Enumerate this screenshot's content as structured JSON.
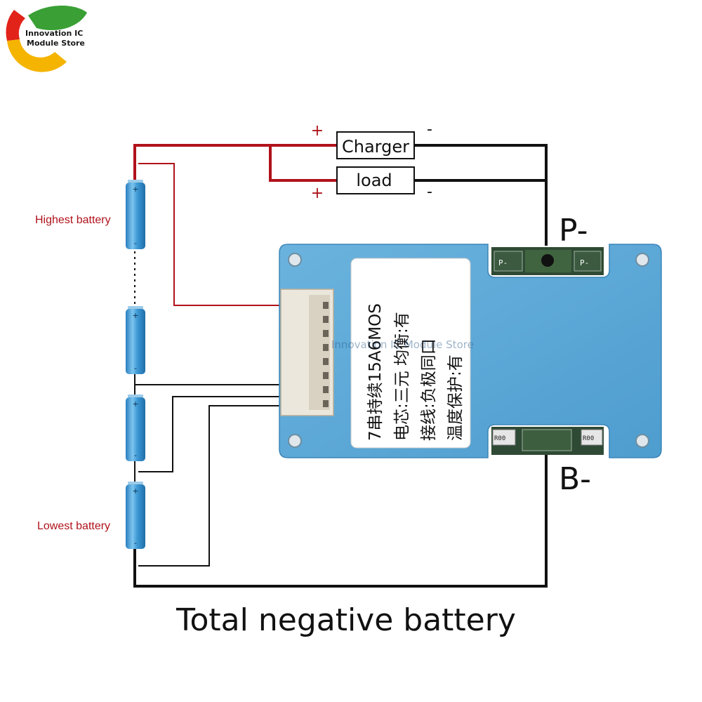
{
  "logo": {
    "line1": "Innovation IC",
    "line2": "Module Store"
  },
  "charger": {
    "label": "Charger",
    "plus": "+",
    "minus": "-"
  },
  "load": {
    "label": "load",
    "plus": "+",
    "minus": "-"
  },
  "labels": {
    "highest_battery": "Highest battery",
    "lowest_battery": "Lowest battery",
    "p_minus": "P-",
    "b_minus": "B-",
    "total_negative": "Total negative battery"
  },
  "bms_board": {
    "sticker_lines": [
      "7串持续15A6MOS",
      "电芯:三元 均衡:有",
      "接线:负极同口",
      "温度保护:有"
    ],
    "pad_labels": [
      "P-",
      "P-"
    ],
    "resistor_labels": [
      "R00",
      "R00"
    ],
    "watermark": "Innovation IC Module Store"
  },
  "battery_cell": {
    "plus": "+",
    "minus": "-"
  },
  "colors": {
    "positive_wire": "#b0121b",
    "negative_wire": "#111111",
    "board_blue": "#5fa9d6",
    "battery_blue": "#3d98d4",
    "logo_red": "#e2231a",
    "logo_yellow": "#f5b400",
    "logo_green": "#3aa035"
  }
}
